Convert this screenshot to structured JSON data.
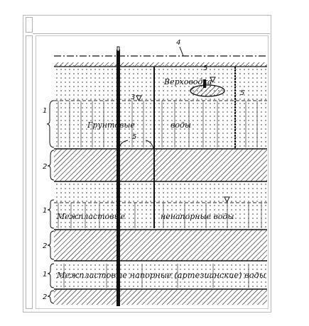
{
  "callouts": {
    "n1_top": "1",
    "n2_top": "2",
    "n1_mid": "1",
    "n2_mid": "2",
    "n1_bot": "1",
    "n2_bot": "2",
    "n3": "3",
    "n4": "4",
    "n5_top": "5",
    "n5_right": "5",
    "n5_mid": "5"
  },
  "labels": {
    "perched": "Верховодка",
    "ground_1": "Грунтовые",
    "ground_2": "воды",
    "interstratal_1": "Межпластовые",
    "nonpressure": "ненапорные воды",
    "artesian": "Межпластовые напорные (артезианские) воды"
  }
}
